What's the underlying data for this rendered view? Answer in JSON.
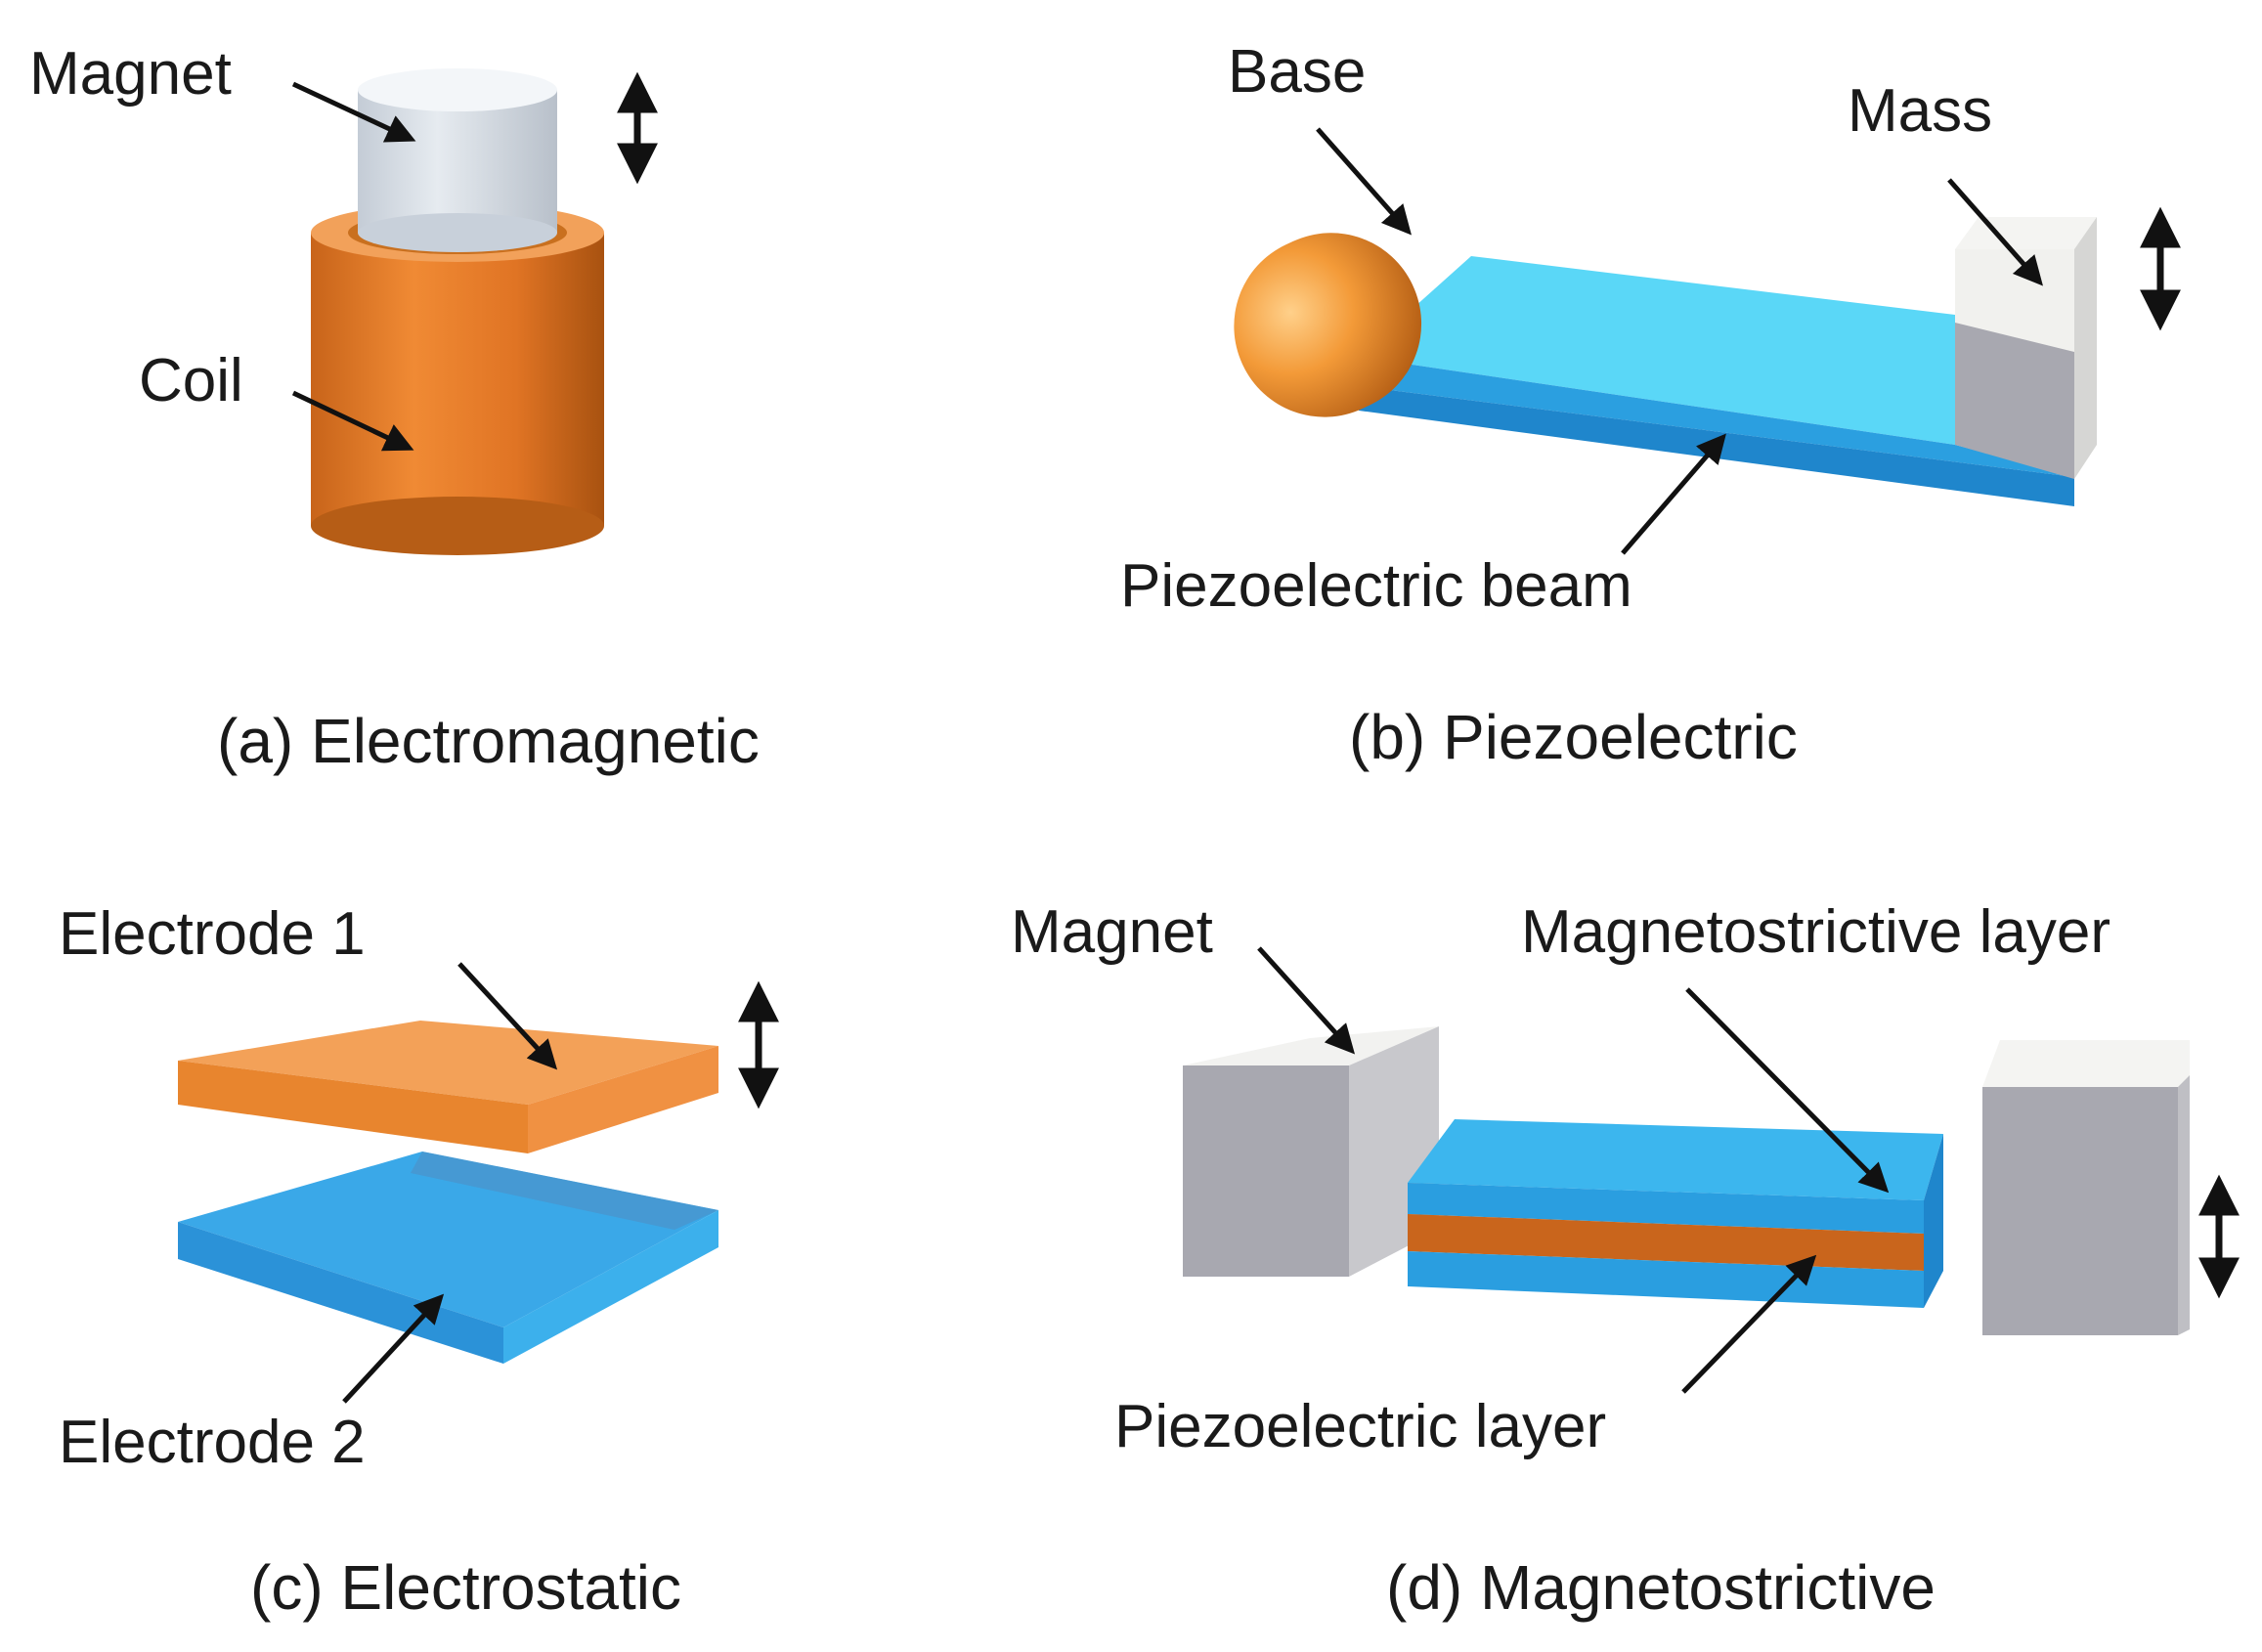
{
  "panels": {
    "a": {
      "caption": "(a) Electromagnetic",
      "labels": {
        "magnet": "Magnet",
        "coil": "Coil"
      }
    },
    "b": {
      "caption": "(b) Piezoelectric",
      "labels": {
        "base": "Base",
        "mass": "Mass",
        "beam": "Piezoelectric beam"
      }
    },
    "c": {
      "caption": "(c) Electrostatic",
      "labels": {
        "electrode1": "Electrode 1",
        "electrode2": "Electrode 2"
      }
    },
    "d": {
      "caption": "(d) Magnetostrictive",
      "labels": {
        "magnet": "Magnet",
        "magnetostrictive": "Magnetostrictive layer",
        "piezo": "Piezoelectric layer"
      }
    }
  },
  "colors": {
    "copper": "#e8852e",
    "copper_dark": "#b85a12",
    "blue": "#3aa8e8",
    "blue_light": "#5dd4f5",
    "blue_dark": "#1f86cc",
    "gray_face": "#a8a8b0",
    "gray_top": "#f2f2f0",
    "magnet_light": "#dde3ea"
  },
  "icons": {
    "motion": "double-headed-vertical-arrow-icon",
    "leader": "leader-arrow-icon"
  }
}
